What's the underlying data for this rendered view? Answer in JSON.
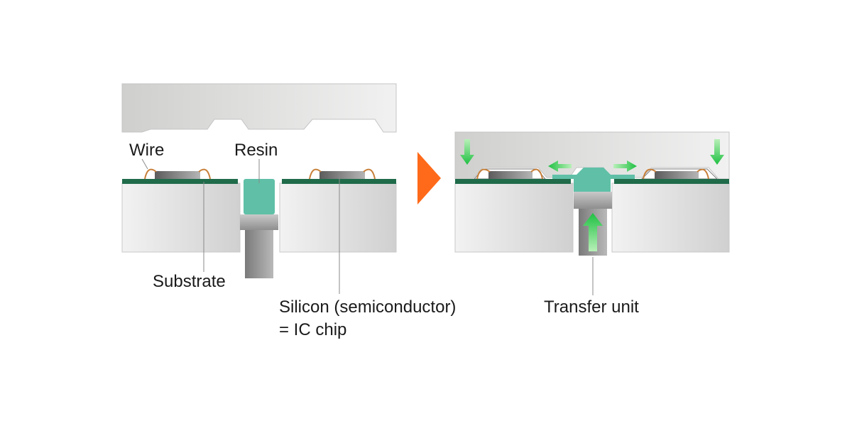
{
  "labels": {
    "wire": "Wire",
    "resin": "Resin",
    "substrate": "Substrate",
    "silicon_line1": "Silicon (semiconductor)",
    "silicon_line2": "= IC chip",
    "transfer_unit": "Transfer unit"
  },
  "colors": {
    "substrate": "#1f6b4a",
    "resin": "#5fc0a7",
    "wire": "#c8803a",
    "arrow_step": "#ff6a1a",
    "arrow_force": "#2ec94a",
    "mold": "#d4d4d2",
    "block": "#dedede"
  }
}
